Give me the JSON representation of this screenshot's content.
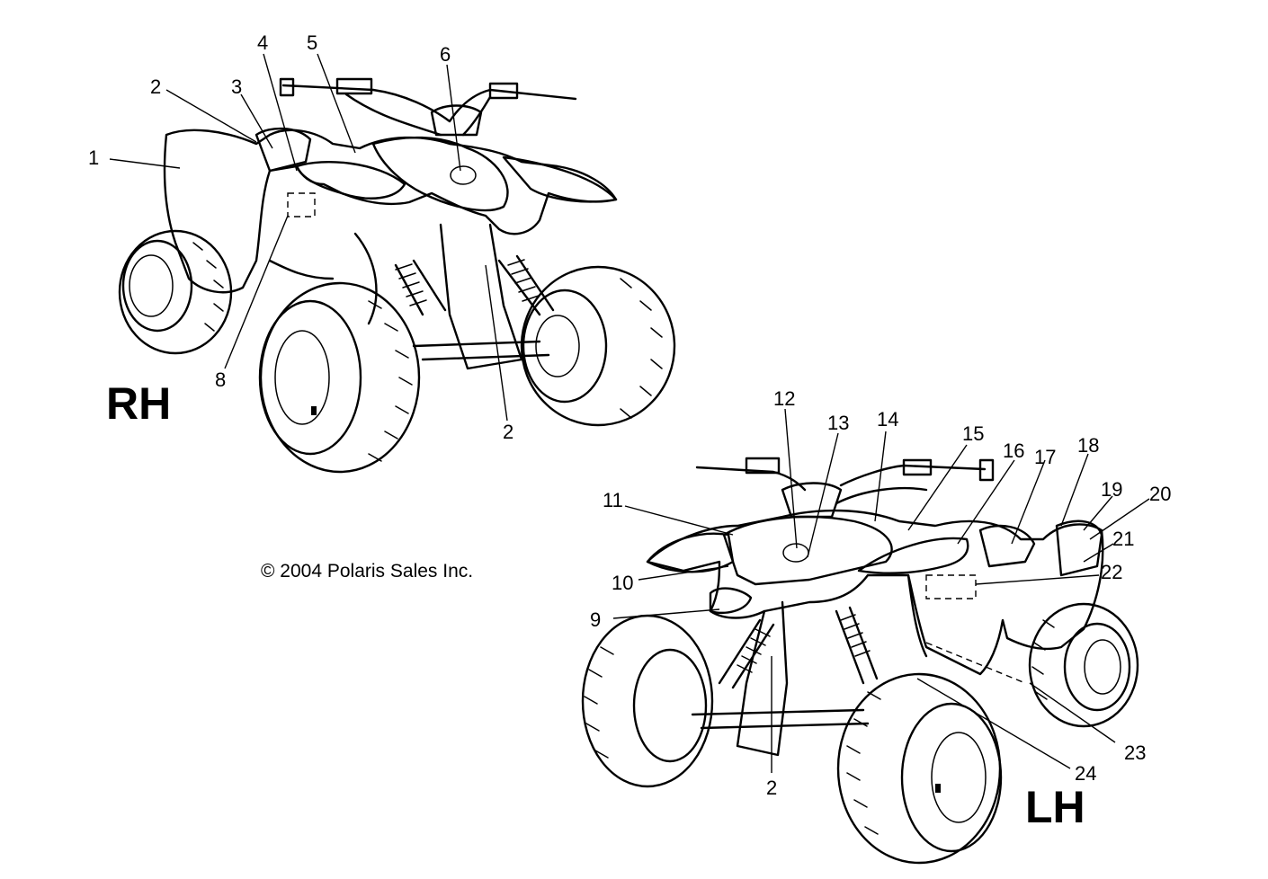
{
  "views": {
    "right": {
      "label": "RH"
    },
    "left": {
      "label": "LH"
    }
  },
  "copyright": "© 2004 Polaris Sales Inc.",
  "callouts_right": [
    "1",
    "2",
    "3",
    "4",
    "5",
    "6",
    "2",
    "8"
  ],
  "callouts_left": [
    "9",
    "10",
    "11",
    "12",
    "13",
    "14",
    "15",
    "16",
    "17",
    "18",
    "19",
    "20",
    "21",
    "22",
    "23",
    "24",
    "2"
  ]
}
